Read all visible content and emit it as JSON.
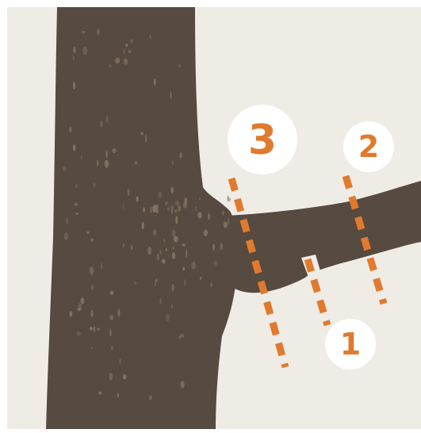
{
  "diagram": {
    "colors": {
      "background": "#efece6",
      "bark": "#574a40",
      "bark_speckle": "#8d7b69",
      "cut_line": "#e07a2e",
      "badge_fill": "#ffffff",
      "badge_text": "#e07a2e"
    },
    "cuts": [
      {
        "id": "cut-1",
        "label": "1"
      },
      {
        "id": "cut-2",
        "label": "2"
      },
      {
        "id": "cut-3",
        "label": "3"
      }
    ]
  }
}
